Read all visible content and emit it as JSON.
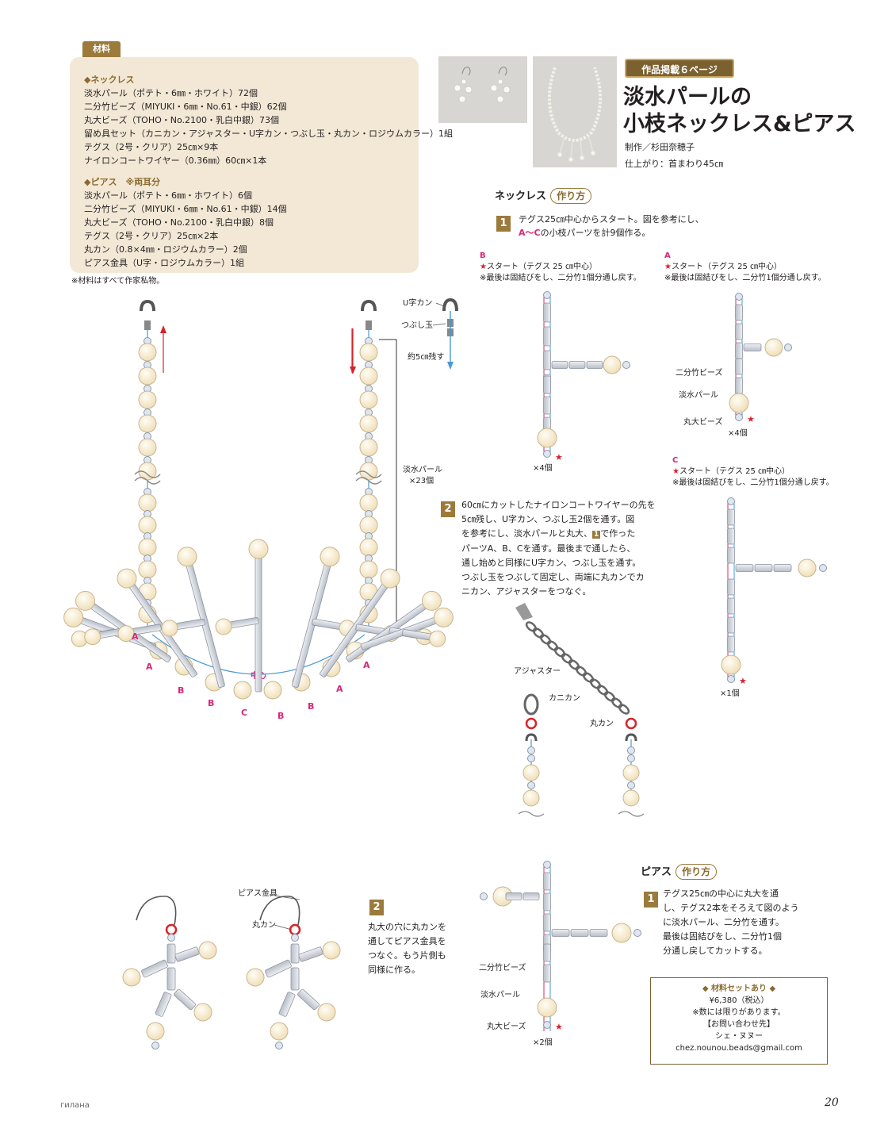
{
  "materials": {
    "tab": "材料",
    "necklace_head": "◆ネックレス",
    "necklace_items": [
      "淡水パール（ポテト・6㎜・ホワイト）72個",
      "二分竹ビーズ（MIYUKI・6㎜・No.61・中銀）62個",
      "丸大ビーズ（TOHO・No.2100・乳白中銀）73個",
      "留め具セット（カニカン・アジャスター・U字カン・つぶし玉・丸カン・ロジウムカラー）1組",
      "テグス（2号・クリア）25㎝×9本",
      "ナイロンコートワイヤー（0.36㎜）60㎝×1本"
    ],
    "earring_head": "◆ピアス　※両耳分",
    "earring_items": [
      "淡水パール（ポテト・6㎜・ホワイト）6個",
      "二分竹ビーズ（MIYUKI・6㎜・No.61・中銀）14個",
      "丸大ビーズ（TOHO・No.2100・乳白中銀）8個",
      "テグス（2号・クリア）25㎝×2本",
      "丸カン（0.8×4㎜・ロジウムカラー）2個",
      "ピアス金具（U字・ロジウムカラー）1組"
    ],
    "note": "※材料はすべて作家私物。"
  },
  "title": {
    "badge": "作品掲載６ページ",
    "line1": "淡水パールの",
    "line2": "小枝ネックレス&ピアス",
    "credit": "制作／杉田奈穂子",
    "size": "仕上がり：首まわり45㎝"
  },
  "necklace": {
    "label": "ネックレス",
    "howto": "作り方",
    "step1_num": "1",
    "step1_line1": "テグス25㎝中心からスタート。図を参考にし、",
    "step1_line2a": "A～C",
    "step1_line2b": "の小枝パーツを計9個作る。",
    "partB_label": "B",
    "partB_start": "★スタート（テグス 25 ㎝中心）",
    "partB_note": "※最後は固結びをし、二分竹1個分通し戻す。",
    "partB_count": "×4個",
    "partA_label": "A",
    "partA_start": "★スタート（テグス 25 ㎝中心）",
    "partA_note": "※最後は固結びをし、二分竹1個分通し戻す。",
    "partA_bugle": "二分竹ビーズ",
    "partA_pearl": "淡水パール",
    "partA_round": "丸大ビーズ",
    "partA_count": "×4個",
    "partC_label": "C",
    "partC_start": "★スタート（テグス 25 ㎝中心）",
    "partC_note": "※最後は固結びをし、二分竹1個分通し戻す。",
    "partC_count": "×1個",
    "step2_num": "2",
    "step2_lines": [
      "60㎝にカットしたナイロンコートワイヤーの先を",
      "5㎝残し、U字カン、つぶし玉2個を通す。図",
      "を参考にし、淡水パールと丸大、",
      "パーツA、B、Cを通す。最後まで通したら、",
      "通し始めと同様にU字カン、つぶし玉を通す。",
      "つぶし玉をつぶして固定し、両端に丸カンでカ",
      "ニカン、アジャスターをつなぐ。"
    ],
    "step2_line3_tail": "で作った",
    "step2_ref": "1",
    "ucan": "U字カン",
    "crimp": "つぶし玉",
    "leave": "約5㎝残す",
    "pearl23": "淡水パール",
    "pearl23b": "×23個",
    "center": "中心",
    "adjuster": "アジャスター",
    "kanikan": "カニカン",
    "marukan": "丸カン"
  },
  "earring": {
    "label": "ピアス",
    "howto": "作り方",
    "step1_num": "1",
    "step1_lines": [
      "テグス25㎝の中心に丸大を通",
      "し、テグス2本をそろえて図のよう",
      "に淡水パール、二分竹を通す。",
      "最後は固結びをし、二分竹1個",
      "分通し戻してカットする。"
    ],
    "bugle": "二分竹ビーズ",
    "pearl": "淡水パール",
    "round": "丸大ビーズ",
    "count": "×2個",
    "step2_num": "2",
    "step2_lines": [
      "丸大の穴に丸カンを",
      "通してピアス金具を",
      "つなぐ。もう片側も",
      "同様に作る。"
    ],
    "hook": "ピアス金具",
    "marukan": "丸カン"
  },
  "setbox": {
    "head": "◆ 材料セットあり ◆",
    "price": "¥6,380（税込）",
    "limited": "※数には限りがあります。",
    "contact": "【お問い合わせ先】",
    "shop": "シェ・ヌヌー",
    "email": "chez.nounou.beads@gmail.com"
  },
  "footer": {
    "left": "гилана",
    "page": "20"
  },
  "colors": {
    "gold": "#9b7a3c",
    "pink": "#d6287a",
    "pearl": "#f7ecd2",
    "bugle": "#c9ced6",
    "wire": "#4a9ad6"
  }
}
